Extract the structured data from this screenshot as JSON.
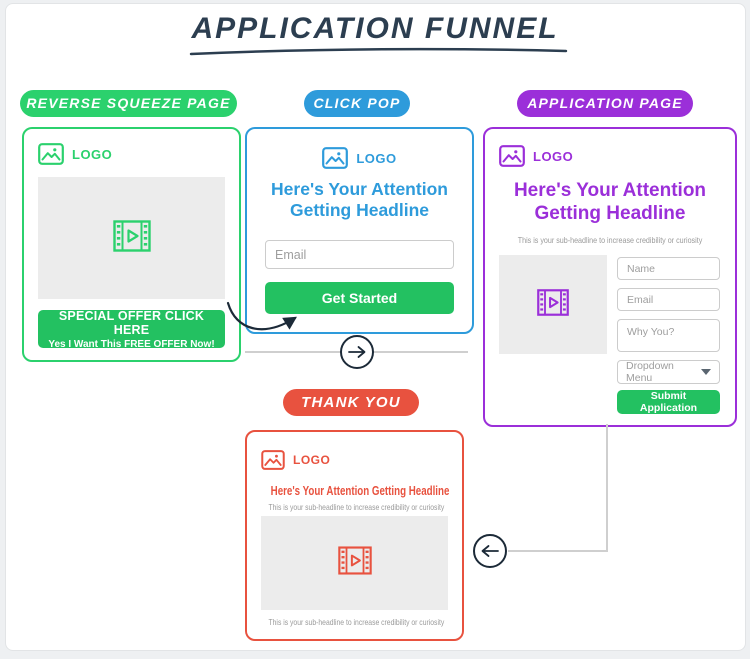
{
  "title": "APPLICATION FUNNEL",
  "colors": {
    "title_ink": "#2c3e50",
    "navy": "#1c2a38",
    "connector": "#cfcfcf",
    "button_green": "#23c161",
    "green": "#2bd16d",
    "blue": "#2e9bdb",
    "purple": "#9b2fd9",
    "red": "#e8523f",
    "video_bg": "#ececec",
    "sub_text": "#9a9a9a",
    "input_border": "#cccccc",
    "placeholder": "#9e9e9e",
    "page_border": "#e2e4e6"
  },
  "icons": {
    "logo": "image-placeholder-icon",
    "video": "film-strip-play-icon",
    "flow_next": "arrow-right-circle",
    "flow_back": "arrow-left-circle",
    "dropdown": "caret-down-icon"
  },
  "cards": {
    "reverse_squeeze": {
      "tag": "REVERSE SQUEEZE PAGE",
      "accent": "#2bd16d",
      "logo_label": "LOGO",
      "button_line1": "SPECIAL OFFER CLICK HERE",
      "button_line2": "Yes I Want This FREE OFFER Now!"
    },
    "click_pop": {
      "tag": "CLICK POP",
      "accent": "#2e9bdb",
      "logo_label": "LOGO",
      "headline": "Here's Your Attention Getting Headline",
      "email_placeholder": "Email",
      "cta": "Get Started"
    },
    "application": {
      "tag": "APPLICATION PAGE",
      "accent": "#9b2fd9",
      "logo_label": "LOGO",
      "headline": "Here's Your Attention Getting Headline",
      "subheadline": "This is your sub-headline to increase credibility or curiosity",
      "name_placeholder": "Name",
      "email_placeholder": "Email",
      "why_placeholder": "Why You?",
      "dropdown_label": "Dropdown Menu",
      "cta": "Submit Application"
    },
    "thank_you": {
      "tag": "THANK YOU",
      "accent": "#e8523f",
      "logo_label": "LOGO",
      "headline": "Here's Your Attention Getting Headline",
      "subheadline_top": "This is your sub-headline to increase credibility or curiosity",
      "subheadline_bottom": "This is your sub-headline to increase credibility or curiosity"
    }
  }
}
